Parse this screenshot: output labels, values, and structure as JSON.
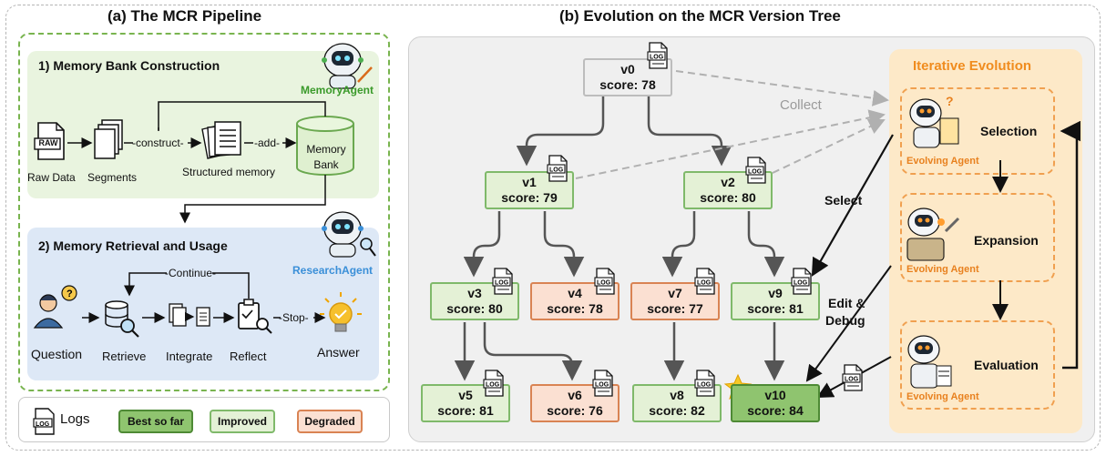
{
  "pipeline": {
    "title": "(a) The MCR Pipeline",
    "memory_agent": "MemoryAgent",
    "research_agent": "ResearchAgent",
    "construction": {
      "title": "1) Memory Bank Construction",
      "raw_data": "Raw Data",
      "segments": "Segments",
      "structured_memory": "Structured memory",
      "construct": "-construct-",
      "add": "-add-",
      "memory_bank": "Memory Bank",
      "raw_icon_text": "RAW"
    },
    "retrieval": {
      "title": "2) Memory Retrieval and Usage",
      "continue": "-Continue-",
      "stop": "-Stop-",
      "question": "Question",
      "retrieve": "Retrieve",
      "integrate": "Integrate",
      "reflect": "Reflect",
      "answer": "Answer"
    }
  },
  "legend": {
    "logs": "Logs",
    "best": "Best so far",
    "improved": "Improved",
    "degraded": "Degraded",
    "log_icon_text": "LOG"
  },
  "tree": {
    "title": "(b) Evolution on the MCR Version Tree",
    "collect": "Collect",
    "select": "Select",
    "edit_debug_1": "Edit &",
    "edit_debug_2": "Debug",
    "nodes": {
      "v0": {
        "name": "v0",
        "score": "score: 78"
      },
      "v1": {
        "name": "v1",
        "score": "score: 79"
      },
      "v2": {
        "name": "v2",
        "score": "score: 80"
      },
      "v3": {
        "name": "v3",
        "score": "score: 80"
      },
      "v4": {
        "name": "v4",
        "score": "score: 78"
      },
      "v5": {
        "name": "v5",
        "score": "score: 81"
      },
      "v6": {
        "name": "v6",
        "score": "score: 76"
      },
      "v7": {
        "name": "v7",
        "score": "score: 77"
      },
      "v8": {
        "name": "v8",
        "score": "score: 82"
      },
      "v9": {
        "name": "v9",
        "score": "score: 81"
      },
      "v10": {
        "name": "v10",
        "score": "score: 84"
      }
    }
  },
  "evolution": {
    "title": "Iterative Evolution",
    "selection": "Selection",
    "expansion": "Expansion",
    "evaluation": "Evaluation",
    "agent": "Evolving Agent"
  },
  "colors": {
    "improved_fill": "#e4f1d6",
    "improved_border": "#7fb96a",
    "best_fill": "#8fc46f",
    "degraded_fill": "#fbe0d2",
    "degraded_border": "#d98353",
    "evolution_bg": "#fde9c8",
    "evolution_title": "#f08c1e",
    "agent_label": "#e8811f",
    "research_agent": "#3a8fd8",
    "memory_agent": "#3a9a2a"
  }
}
